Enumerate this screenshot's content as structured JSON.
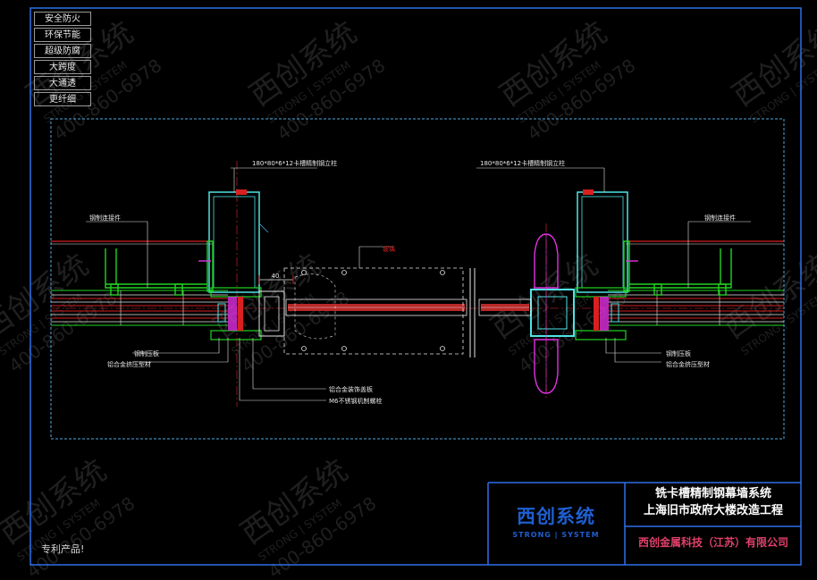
{
  "menu": {
    "items": [
      "安全防火",
      "环保节能",
      "超级防腐",
      "大跨度",
      "大通透",
      "更纤细"
    ]
  },
  "drawing": {
    "labels": {
      "column_left": "180*80*6*12卡槽精制钢立柱",
      "column_right": "180*80*6*12卡槽精制钢立柱",
      "connector_left": "钢制连接件",
      "connector_right": "钢制连接件",
      "center_tag": "玻璃",
      "pressure_plate_left": "钢制压板",
      "pressure_plate_right": "钢制压板",
      "profile_left": "铝合金挤压型材",
      "profile_right": "铝合金挤压型材",
      "deco_cover": "铝合金装饰盖板",
      "bolt": "M6不锈钢机制螺栓"
    },
    "dimension": "40"
  },
  "watermark": {
    "brand": "西创系统",
    "english": "STRONG | SYSTEM",
    "phone": "400-860-6978"
  },
  "footer": {
    "patent": "专利产品!",
    "brand_cn": "西创系统",
    "brand_en": "STRONG | SYSTEM",
    "title_line1": "铣卡槽精制钢幕墙系统",
    "title_line2": "上海旧市政府大楼改造工程",
    "company": "西创金属科技（江苏）有限公司"
  },
  "colors": {
    "frame": "#2f6fe8",
    "green": "#21d321",
    "cyan": "#4fe3e3",
    "red": "#d82020",
    "magenta": "#e030e0",
    "white": "#e6e6e6",
    "gray": "#9a9a9a",
    "brand": "#1e5fd0",
    "company": "#e0406a"
  }
}
